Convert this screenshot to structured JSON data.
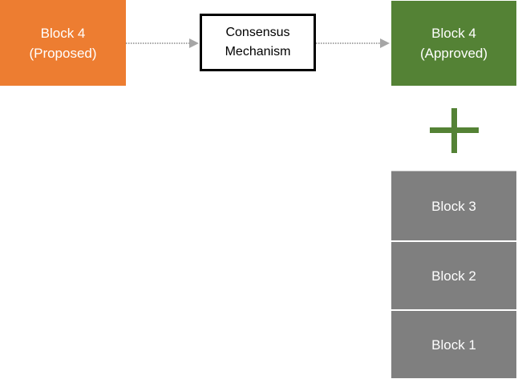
{
  "colors": {
    "proposed_fill": "#ED7D31",
    "approved_fill": "#548235",
    "chain_fill": "#7F7F7F",
    "plus_color": "#548235",
    "arrow_color": "#A6A6A6"
  },
  "proposed_block": {
    "line1": "Block 4",
    "line2": "(Proposed)"
  },
  "consensus": {
    "line1": "Consensus",
    "line2": "Mechanism"
  },
  "approved_block": {
    "line1": "Block 4",
    "line2": "(Approved)"
  },
  "chain": [
    {
      "label": "Block 3"
    },
    {
      "label": "Block 2"
    },
    {
      "label": "Block 1"
    }
  ],
  "icons": {
    "arrow": "arrow-icon",
    "plus": "plus-icon"
  }
}
